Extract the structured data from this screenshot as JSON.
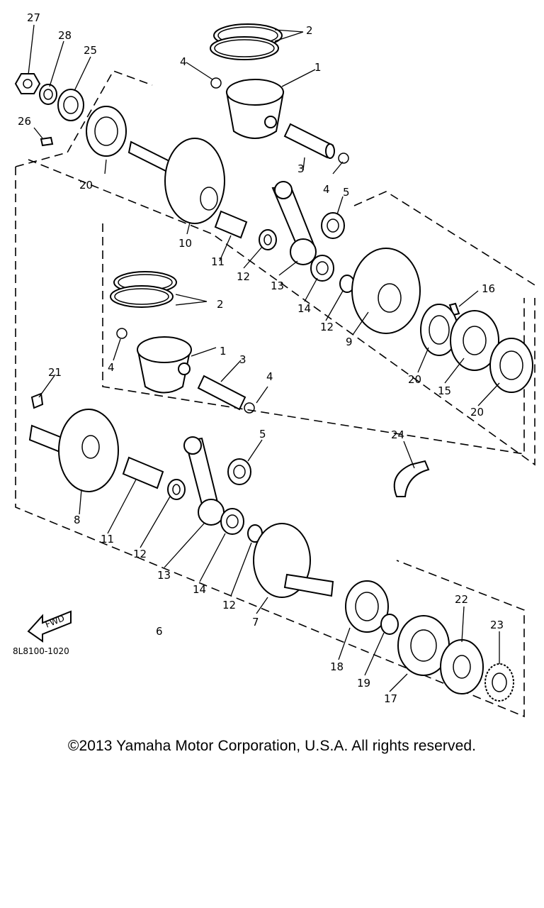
{
  "diagram": {
    "callouts": [
      "27",
      "28",
      "25",
      "26",
      "20",
      "2",
      "4",
      "1",
      "3",
      "4",
      "5",
      "10",
      "11",
      "12",
      "13",
      "14",
      "12",
      "9",
      "16",
      "2",
      "20",
      "15",
      "20",
      "4",
      "1",
      "3",
      "21",
      "4",
      "5",
      "24",
      "8",
      "11",
      "12",
      "13",
      "14",
      "12",
      "7",
      "6",
      "18",
      "19",
      "17",
      "22",
      "23"
    ],
    "fwd_label": "FWD",
    "drawing_code": "8L8100-1020"
  },
  "footer": {
    "copyright": "©2013 Yamaha Motor Corporation, U.S.A. All rights reserved."
  }
}
